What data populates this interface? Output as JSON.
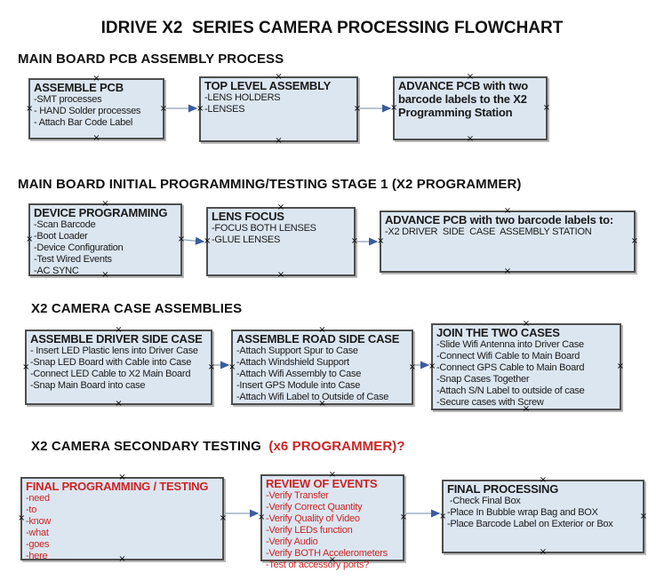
{
  "title": "IDRIVE X2  SERIES CAMERA PROCESSING FLOWCHART",
  "anchor_glyph": "×",
  "colors": {
    "box_fill": "#dce6f1",
    "box_border": "#4e4e4e",
    "red_text": "#cc2424",
    "black_text": "#1a1a1a",
    "arrow_line": "#8aa0ba",
    "arrow_head": "#3a5c9e"
  },
  "sections": [
    {
      "heading": "MAIN BOARD PCB ASSEMBLY PROCESS",
      "boxes": [
        {
          "title": "ASSEMBLE PCB",
          "items": [
            "-SMT processes",
            "- HAND Solder processes",
            "- Attach Bar Code Label"
          ]
        },
        {
          "title": "TOP LEVEL ASSEMBLY",
          "items": [
            "-LENS HOLDERS",
            "-LENSES"
          ]
        },
        {
          "title": "ADVANCE PCB with two barcode labels to the X2 Programming Station",
          "items": []
        }
      ]
    },
    {
      "heading": "MAIN BOARD INITIAL PROGRAMMING/TESTING STAGE 1 (X2 PROGRAMMER)",
      "boxes": [
        {
          "title": "DEVICE PROGRAMMING",
          "items": [
            "-Scan Barcode",
            "-Boot Loader",
            "-Device Configuration",
            "-Test Wired Events",
            "-AC SYNC"
          ]
        },
        {
          "title": "LENS FOCUS",
          "items": [
            "-FOCUS BOTH LENSES",
            "-GLUE LENSES"
          ]
        },
        {
          "title": "ADVANCE PCB with two barcode labels to:",
          "items": [
            "-X2 DRIVER  SIDE  CASE  ASSEMBLY STATION"
          ]
        }
      ]
    },
    {
      "heading": "X2 CAMERA CASE ASSEMBLIES",
      "boxes": [
        {
          "title": "ASSEMBLE DRIVER SIDE CASE",
          "items": [
            "- Insert LED Plastic lens into Driver Case",
            "-Snap LED Board with Cable into Case",
            "-Connect LED Cable to X2 Main Board",
            "-Snap Main Board into case"
          ]
        },
        {
          "title": "ASSEMBLE ROAD SIDE CASE",
          "items": [
            "-Attach Support Spur to Case",
            "-Attach Windshield Support",
            "-Attach Wifi Assembly to Case",
            "-Insert GPS Module into Case",
            "-Attach Wifi Label to Outside of Case"
          ]
        },
        {
          "title": "JOIN THE TWO CASES",
          "items": [
            "-Slide Wifi Antenna into Driver Case",
            "-Connect Wifi Cable to Main Board",
            "-Connect GPS Cable to Main Board",
            "-Snap Cases Together",
            "-Attach S/N Label to outside of case",
            "-Secure cases with Screw"
          ]
        }
      ]
    },
    {
      "heading": "X2 CAMERA SECONDARY TESTING ",
      "heading_red": " (x6 PROGRAMMER)?",
      "boxes": [
        {
          "title": "FINAL PROGRAMMING / TESTING",
          "items": [
            "-need",
            "-to",
            "-know",
            "-what",
            "-goes",
            "-here"
          ]
        },
        {
          "title": "REVIEW OF EVENTS",
          "items": [
            "-Verify Transfer",
            "-Verify Correct Quantity",
            "-Verify Quality of Video",
            "-Verify LEDs function",
            "-Verify Audio",
            "-Verify BOTH Accelerometers",
            "-Test of accessory ports?"
          ]
        },
        {
          "title": "FINAL PROCESSING",
          "items": [
            " -Check Final Box",
            "-Place In Bubble wrap Bag and BOX",
            "-Place Barcode Label on Exterior or Box"
          ]
        }
      ]
    }
  ]
}
